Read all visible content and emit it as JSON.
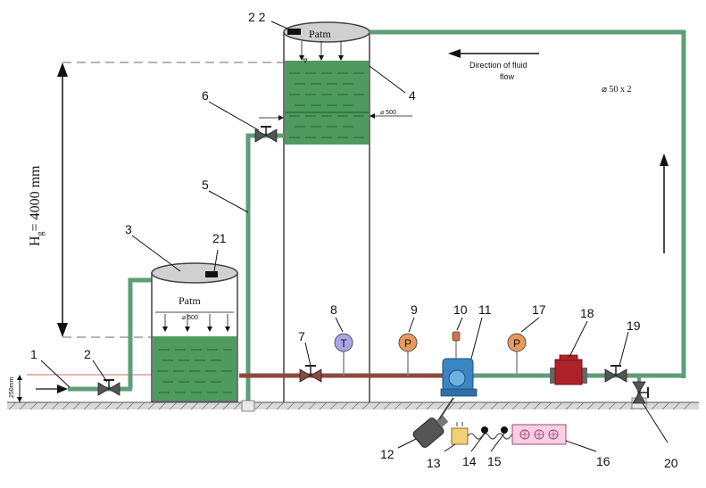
{
  "component_numbers": [
    "1",
    "2",
    "3",
    "4",
    "5",
    "6",
    "7",
    "8",
    "9",
    "10",
    "11",
    "12",
    "13",
    "14",
    "15",
    "16",
    "17",
    "18",
    "19",
    "20",
    "21",
    "2 2"
  ],
  "labels": {
    "patm": "Patm",
    "diameter_small": "⌀ 500",
    "diameter_large": "⌀ 500",
    "height": "H",
    "height_sub": "g",
    "height_value": "= 4000 mm",
    "base_height": "250mm",
    "flow_line1": "Direction of fluid",
    "flow_line2": "flow",
    "pipe_spec": "⌀  50  x 2",
    "thermometer": "T",
    "gauge_p": "P"
  },
  "colors": {
    "pipe_green": "#5e9e77",
    "pipe_brown": "#8b4a3c",
    "water": "#4f9a5f",
    "water_dark": "#2f6f3f",
    "gauge_orange": "#e89a5c",
    "gauge_blue": "#a9a6e6",
    "meter_red": "#b0222a",
    "pump_blue": "#3a86c2",
    "motor_gray": "#555555",
    "panel_pink": "#f7cfe0"
  }
}
